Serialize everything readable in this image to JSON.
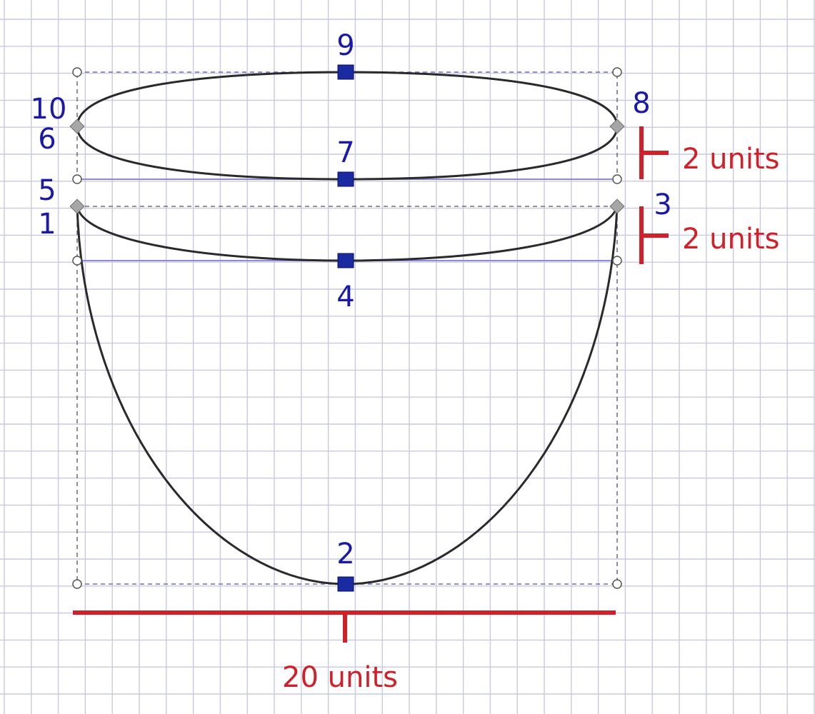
{
  "colors": {
    "node_label": "#1a1aa6",
    "dimension": "#d0202a",
    "grid": "#c8c8e2",
    "outline": "#2a2a2a"
  },
  "node_labels": {
    "n1": "1",
    "n2": "2",
    "n3": "3",
    "n4": "4",
    "n5": "5",
    "n6": "6",
    "n7": "7",
    "n8": "8",
    "n9": "9",
    "n10": "10"
  },
  "dimensions": {
    "rim_height": "2 units",
    "lip_height": "2 units",
    "width": "20 units"
  }
}
